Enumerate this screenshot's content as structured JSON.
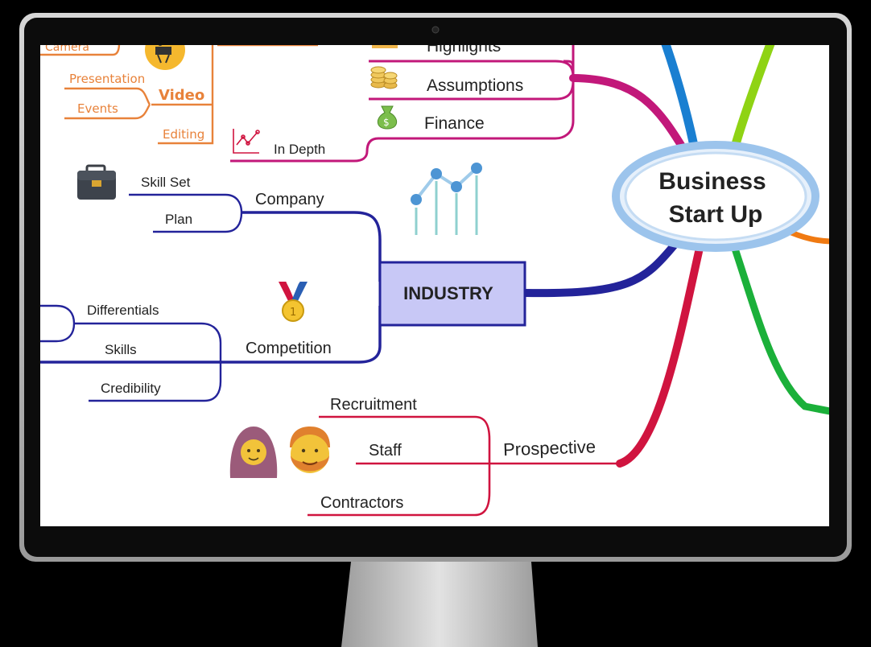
{
  "central": {
    "line1": "Business",
    "line2": "Start Up"
  },
  "industry": "INDUSTRY",
  "video_branch": {
    "title": "Video",
    "items": [
      "Camera",
      "Presentation",
      "Events",
      "Editing"
    ]
  },
  "finance_branch": {
    "items": [
      "Highlights",
      "Assumptions",
      "Finance",
      "In Depth"
    ]
  },
  "company_branch": {
    "title": "Company",
    "items": [
      "Skill Set",
      "Plan"
    ]
  },
  "competition_branch": {
    "title": "Competition",
    "items": [
      "Differentials",
      "Skills",
      "Credibility"
    ]
  },
  "prospective_branch": {
    "title": "Prospective",
    "items": [
      "Recruitment",
      "Staff",
      "Contractors"
    ]
  },
  "colors": {
    "video": "#e8823a",
    "finance": "#c2187a",
    "industry": "#23239a",
    "prospective": "#d0143f",
    "blue": "#1a7fd1",
    "lime": "#8fd314",
    "green": "#1bb03a",
    "orange": "#f07a12",
    "industry_box_fill": "#c8c8f6",
    "central_ring": "#9cc4ec"
  },
  "icons": [
    "video-camera-icon",
    "coins-icon",
    "money-bag-icon",
    "line-chart-icon",
    "briefcase-icon",
    "bar-chart-icon",
    "medal-icon",
    "woman-hijab-icon",
    "man-beard-icon"
  ]
}
